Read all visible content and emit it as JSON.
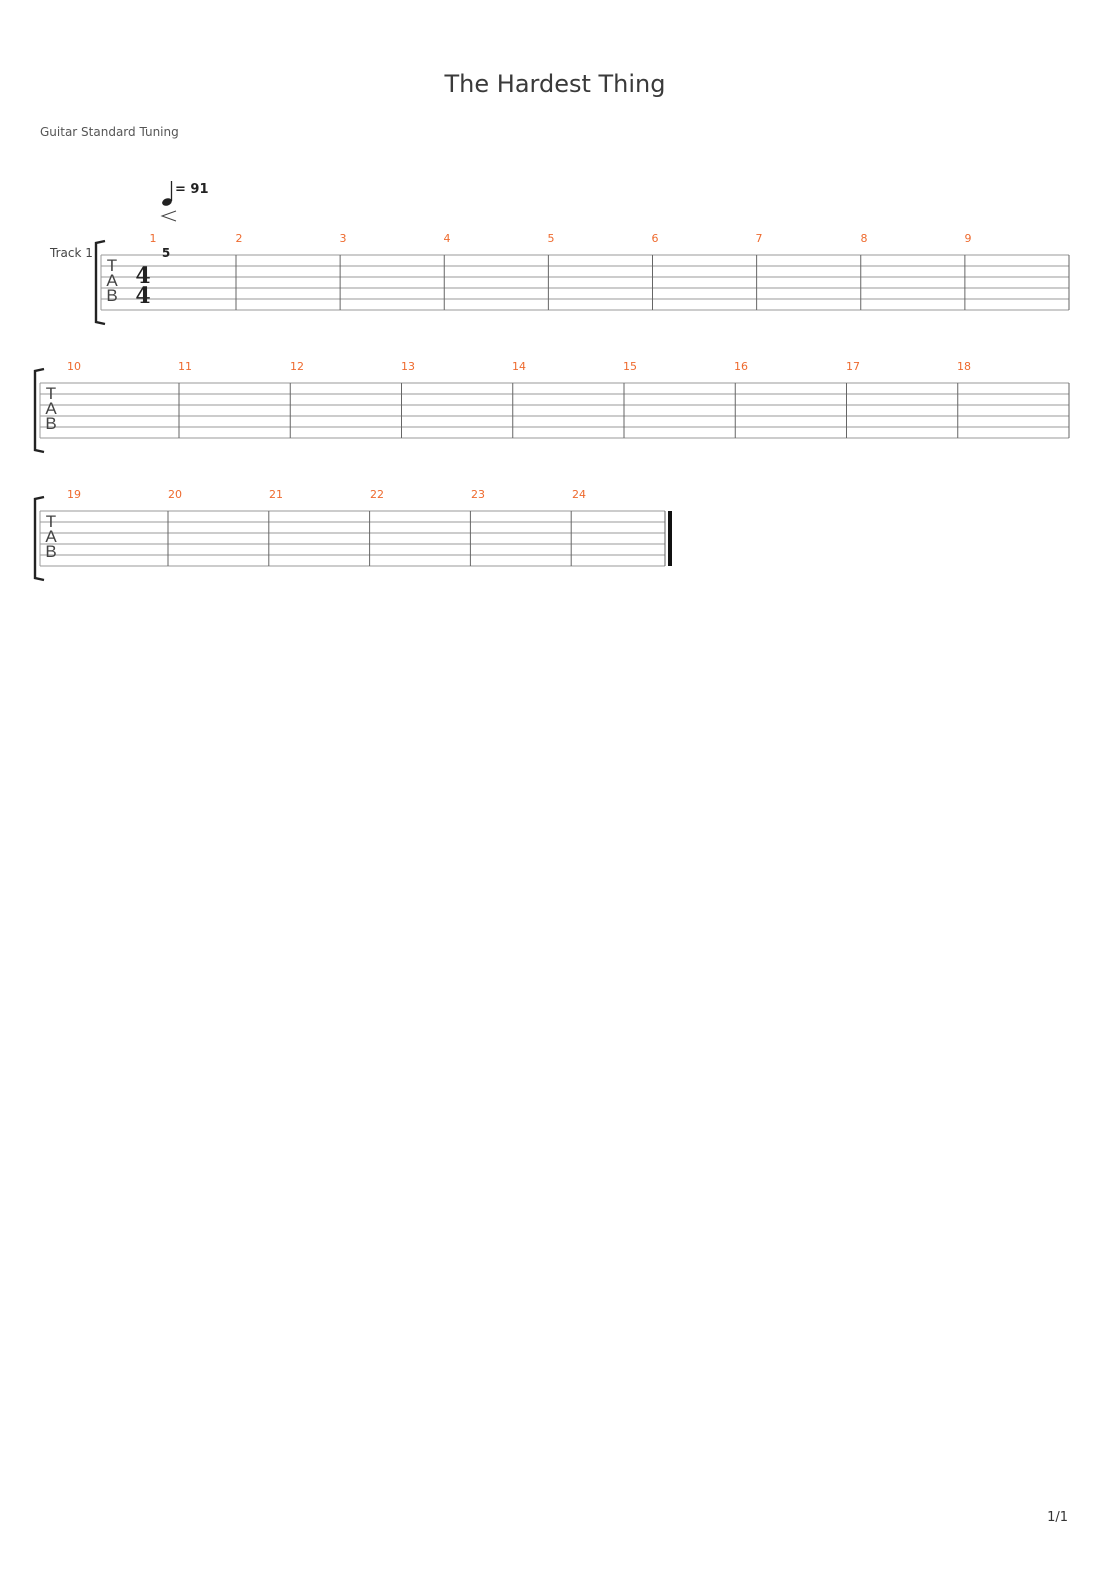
{
  "score": {
    "title": "The Hardest Thing",
    "tuning": "Guitar Standard Tuning",
    "tempo_label": "= 91",
    "track_label": "Track 1",
    "time_signature": {
      "top": "4",
      "bottom": "4"
    },
    "tab_letters": [
      "T",
      "A",
      "B"
    ],
    "first_note": "5",
    "string_count": 6,
    "systems": [
      {
        "bars": [
          "1",
          "2",
          "3",
          "4",
          "5",
          "6",
          "7",
          "8",
          "9"
        ],
        "has_header": true,
        "final": false
      },
      {
        "bars": [
          "10",
          "11",
          "12",
          "13",
          "14",
          "15",
          "16",
          "17",
          "18"
        ],
        "has_header": false,
        "final": false
      },
      {
        "bars": [
          "19",
          "20",
          "21",
          "22",
          "23",
          "24"
        ],
        "has_header": false,
        "final": true
      }
    ],
    "accent_color": "#ee6a2e"
  },
  "footer": {
    "page": "1/1"
  }
}
